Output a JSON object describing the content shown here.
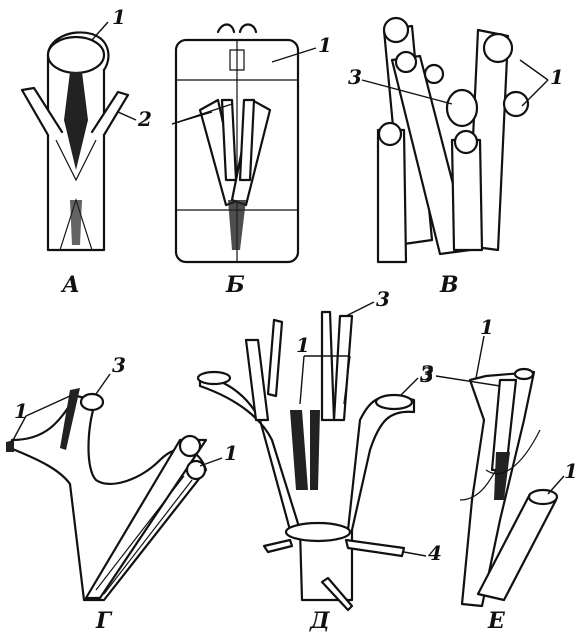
{
  "panels": [
    {
      "id": "A",
      "caption": "А"
    },
    {
      "id": "B",
      "caption": "Б"
    },
    {
      "id": "V",
      "caption": "В"
    },
    {
      "id": "G",
      "caption": "Г"
    },
    {
      "id": "D",
      "caption": "Д"
    },
    {
      "id": "E",
      "caption": "Е"
    }
  ],
  "labels": {
    "A": {
      "n1": "1",
      "n2": "2"
    },
    "B": {
      "n1": "1"
    },
    "V": {
      "n1": "1",
      "n3": "3"
    },
    "G": {
      "n1a": "1",
      "n1b": "1",
      "n3": "3"
    },
    "D": {
      "n1": "1",
      "n3a": "3",
      "n3b": "3",
      "n4": "4"
    },
    "E": {
      "n1a": "1",
      "n1b": "1",
      "n3": "3"
    }
  }
}
